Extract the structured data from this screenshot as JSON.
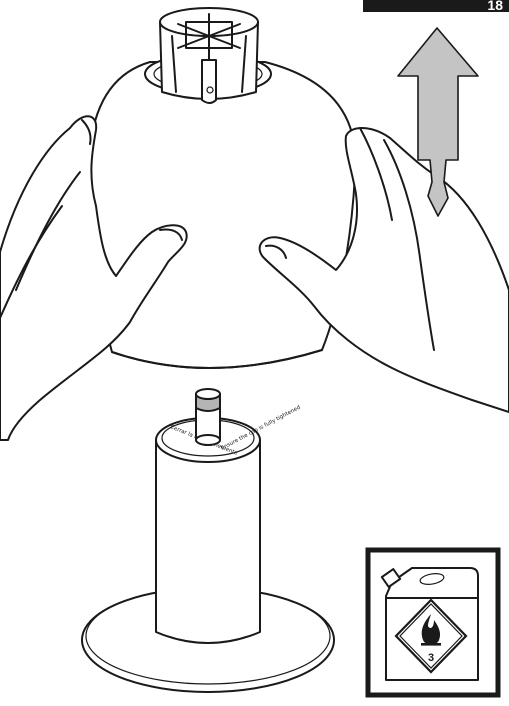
{
  "step": {
    "number": "18"
  },
  "illustration": {
    "arrow_direction": "up",
    "arrow_color": "#c4c4c4",
    "canister_lid_text": [
      "Ensure the cap is fully tightened",
      "Cerrar la tapa firmemente"
    ],
    "hazard": {
      "icon": "flammable-liquid-icon",
      "class_number": "3"
    }
  }
}
